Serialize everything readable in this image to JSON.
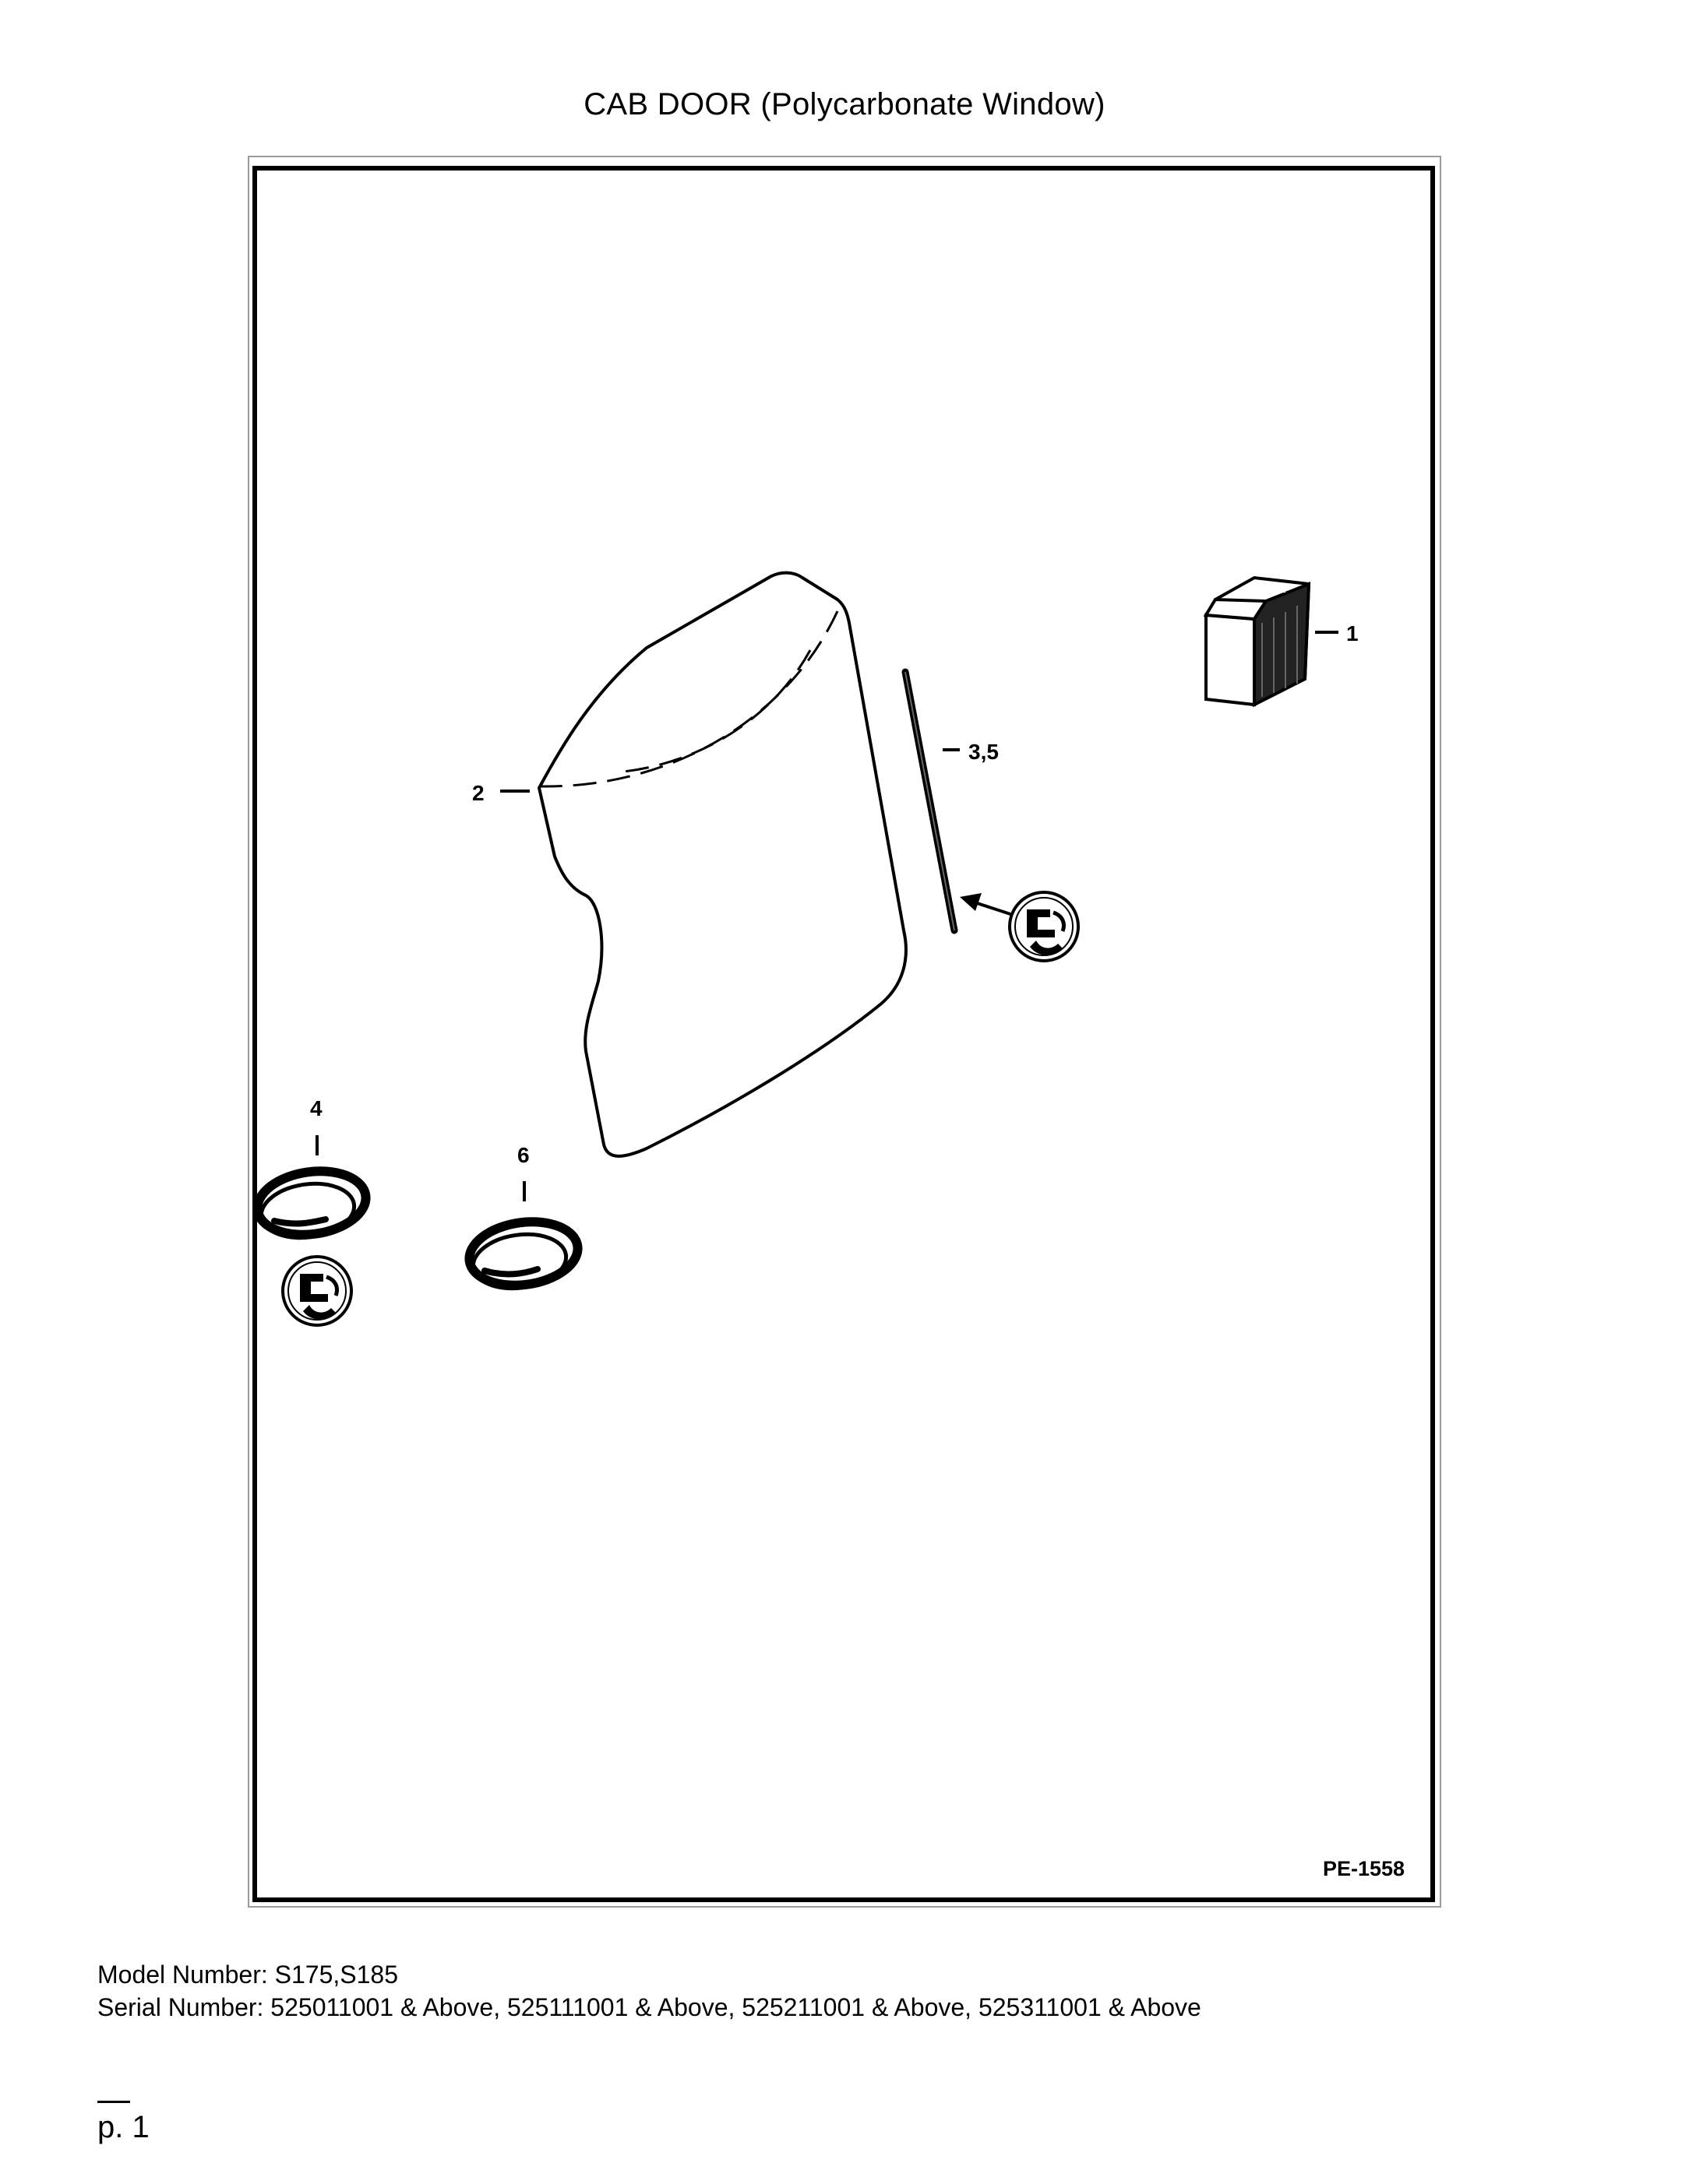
{
  "page": {
    "title": "CAB DOOR (Polycarbonate Window)",
    "figure_id": "PE-1558",
    "model_line": "Model Number: S175,S185",
    "serial_line": "Serial Number: 525011001 & Above, 525111001 & Above, 525211001 & Above, 525311001 & Above",
    "page_number": "p. 1"
  },
  "callouts": {
    "item_1": "1",
    "item_2": "2",
    "item_3_5": "3,5",
    "item_4": "4",
    "item_6": "6"
  },
  "icons": [
    "adhesive-tube-symbol-icon",
    "adhesive-tube-symbol-icon"
  ],
  "colors": {
    "ink": "#000000",
    "paper": "#ffffff",
    "frame_outer": "#9a9a9a"
  }
}
